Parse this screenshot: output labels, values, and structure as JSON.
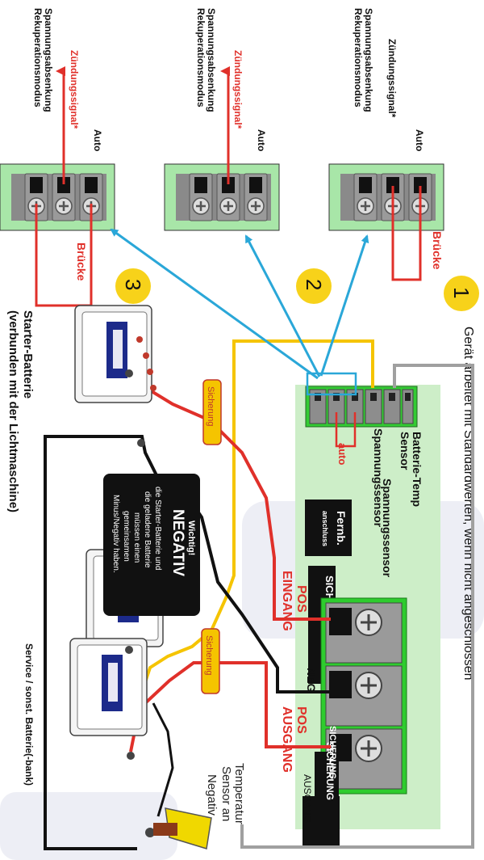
{
  "info_text": "Gerät arbeitet mit Standardwerten, wenn nicht angeschlossen",
  "terminal_labels": {
    "auto": "Auto",
    "ignition": "Zündungssignal*",
    "voltage_drop_1": "Spannungsabsenkung",
    "voltage_drop_2": "Rekuperationsmodus"
  },
  "bridge_label": "Brücke",
  "options": [
    "1",
    "2",
    "3"
  ],
  "device": {
    "battery_temp_1": "Batterie-Temp",
    "battery_temp_2": "Sensor",
    "voltage_sensor": "Spannungssensor",
    "auto_label": "auto",
    "remote_1": "Fernb.",
    "remote_2": "anschluss",
    "fuse": "SICHERUNG",
    "pos_in_1": "POS",
    "pos_in_2": "EINGANG",
    "neg": "NEG",
    "pos_out_1": "POS",
    "pos_out_2": "AUSGANG",
    "output": "AUSGANG"
  },
  "fuse_inline": "Sicherung",
  "warning": {
    "title": "Wichtig!",
    "headline": "NEGATIV",
    "lines": [
      "die Starter-Batterie und",
      "die geladene Batterie",
      "müssen einen",
      "gemeinsamen",
      "Minus/Negativ haben."
    ]
  },
  "starter_battery_1": "Starter-Batterie",
  "starter_battery_2": "(verbunden mit der Lichtmaschine)",
  "service_battery": "Service / sonst. Batterie(-bank)",
  "temp_sensor": [
    "Temperatur",
    "Sensor an",
    "Negativ"
  ],
  "colors": {
    "red_wire": "#e0302a",
    "blue_arrow": "#2aa7d8",
    "yellow_wire": "#f5c400",
    "grey_wire": "#a0a0a0",
    "panel_green": "#cdeec8",
    "terminal_green": "#33cc33"
  }
}
